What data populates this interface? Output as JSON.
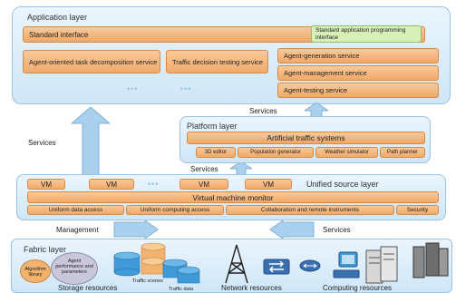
{
  "app_layer": {
    "title": "Application layer",
    "standard_interface": "Standard interface",
    "api_box": "Standard application programming interface",
    "task_service": "Agent-oriented task decomposition service",
    "traffic_decision": "Traffic decision testing service",
    "agent_generation": "Agent-generation service",
    "agent_management": "Agent-management service",
    "agent_testing": "Agent-testing service"
  },
  "platform_layer": {
    "title": "Platform layer",
    "main": "Artificial traffic systems",
    "tools": [
      "3D editor",
      "Population generator",
      "Weather simulator",
      "Path planner"
    ]
  },
  "source_layer": {
    "title": "Unified source layer",
    "vms": [
      "VM",
      "VM",
      "VM",
      "VM"
    ],
    "monitor": "Virtual machine monitor",
    "access": [
      "Uniform data access",
      "Uniform computing access",
      "Collaboration and remote instruments",
      "Security"
    ]
  },
  "fabric_layer": {
    "title": "Fabric layer",
    "algorithm_library": "Algorithm library",
    "agent_params": "Agent performance and parameters",
    "traffic_scenes": "Traffic scenes",
    "traffic_data": "Traffic data",
    "storage": "Storage resources",
    "network": "Network resources",
    "computing": "Computing resources"
  },
  "arrows": {
    "services_left": "Services",
    "services_top": "Services",
    "services_mid": "Services",
    "management": "Management",
    "services_right": "Services"
  },
  "colors": {
    "layer_blue": "#cfe6f7",
    "orange": "#f1a968",
    "green": "#d6f0b8",
    "arrow": "#a9d1ee"
  }
}
